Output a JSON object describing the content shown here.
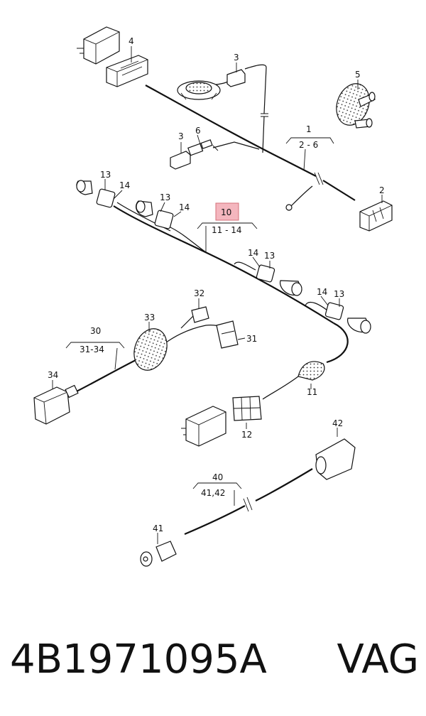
{
  "callouts": {
    "c1": "1",
    "c1_range": "2 - 6",
    "c2": "2",
    "c3a": "3",
    "c3b": "3",
    "c4": "4",
    "c5": "5",
    "c6": "6",
    "c10": "10",
    "c10_range": "11 - 14",
    "c11": "11",
    "c12": "12",
    "c13a": "13",
    "c13b": "13",
    "c13c": "13",
    "c13d": "13",
    "c14a": "14",
    "c14b": "14",
    "c14c": "14",
    "c14d": "14",
    "c30": "30",
    "c30_range": "31-34",
    "c31": "31",
    "c32": "32",
    "c33": "33",
    "c34": "34",
    "c40": "40",
    "c40_range": "41,42",
    "c41": "41",
    "c42": "42"
  },
  "highlight_color": "#f4b6be",
  "footer": {
    "part_number": "4B1971095A",
    "brand": "VAG"
  }
}
